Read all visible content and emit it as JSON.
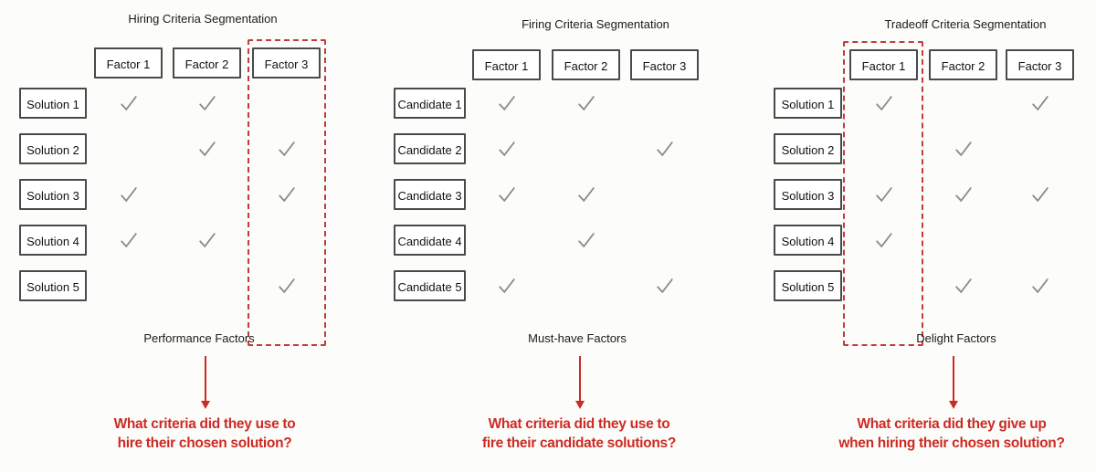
{
  "colors": {
    "accent_red": "#cc2b24",
    "dashed_red": "#c23b3c",
    "check_gray": "#8a8a8a",
    "box_border": "#4a4a4a",
    "background": "#fcfcfa"
  },
  "check_icon_glyph": "✓",
  "panels": [
    {
      "title": "Hiring Criteria Segmentation",
      "column_labels": [
        "Factor 1",
        "Factor 2",
        "Factor 3"
      ],
      "row_labels": [
        "Solution 1",
        "Solution 2",
        "Solution 3",
        "Solution 4",
        "Solution 5"
      ],
      "checks": [
        [
          1,
          1,
          0
        ],
        [
          0,
          1,
          1
        ],
        [
          1,
          0,
          1
        ],
        [
          1,
          1,
          0
        ],
        [
          0,
          0,
          1
        ]
      ],
      "highlighted_column": "Factor 3",
      "factor_type_label": "Performance Factors",
      "question": "What criteria did they use to\nhire their chosen solution?"
    },
    {
      "title": "Firing Criteria Segmentation",
      "column_labels": [
        "Factor 1",
        "Factor 2",
        "Factor 3"
      ],
      "row_labels": [
        "Candidate 1",
        "Candidate 2",
        "Candidate 3",
        "Candidate 4",
        "Candidate 5"
      ],
      "checks": [
        [
          1,
          1,
          0
        ],
        [
          1,
          0,
          1
        ],
        [
          1,
          1,
          0
        ],
        [
          0,
          1,
          0
        ],
        [
          1,
          0,
          1
        ]
      ],
      "highlighted_column": null,
      "factor_type_label": "Must-have Factors",
      "question": "What criteria did they use to\nfire their candidate solutions?"
    },
    {
      "title": "Tradeoff Criteria Segmentation",
      "column_labels": [
        "Factor 1",
        "Factor 2",
        "Factor 3"
      ],
      "row_labels": [
        "Solution 1",
        "Solution 2",
        "Solution 3",
        "Solution 4",
        "Solution 5"
      ],
      "checks": [
        [
          1,
          0,
          1
        ],
        [
          0,
          1,
          0
        ],
        [
          1,
          1,
          1
        ],
        [
          1,
          0,
          0
        ],
        [
          0,
          1,
          1
        ]
      ],
      "highlighted_column": "Factor 1",
      "factor_type_label": "Delight Factors",
      "question": "What criteria did they give up\nwhen hiring their chosen solution?"
    }
  ]
}
